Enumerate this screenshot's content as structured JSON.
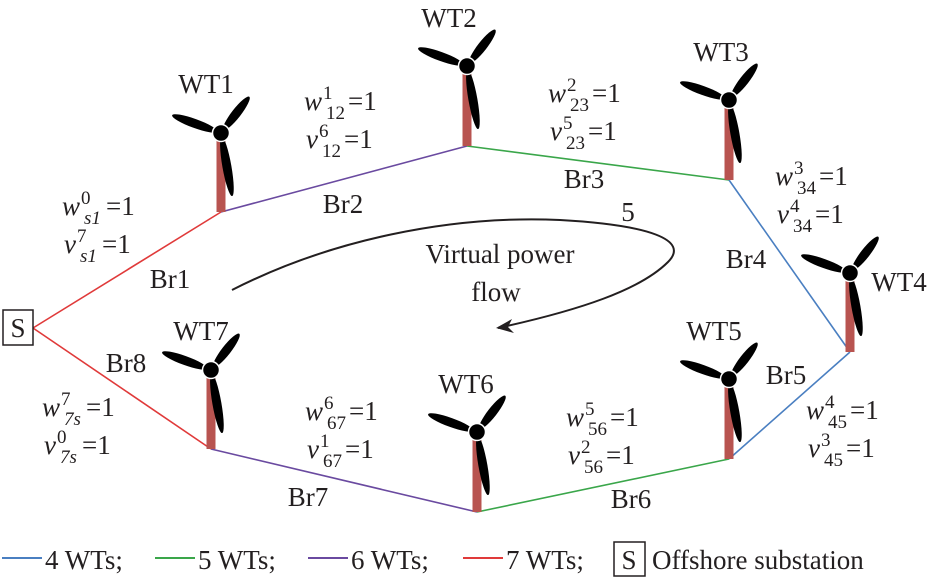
{
  "substation": {
    "symbol": "S",
    "label": "Offshore substation"
  },
  "turbines": [
    {
      "id": "WT1",
      "label": "WT1"
    },
    {
      "id": "WT2",
      "label": "WT2"
    },
    {
      "id": "WT3",
      "label": "WT3"
    },
    {
      "id": "WT4",
      "label": "WT4"
    },
    {
      "id": "WT5",
      "label": "WT5"
    },
    {
      "id": "WT6",
      "label": "WT6"
    },
    {
      "id": "WT7",
      "label": "WT7"
    }
  ],
  "branches": [
    {
      "id": "Br1",
      "label": "Br1",
      "from": "S",
      "to": "WT1",
      "group": "7 WTs"
    },
    {
      "id": "Br2",
      "label": "Br2",
      "from": "WT1",
      "to": "WT2",
      "group": "6 WTs"
    },
    {
      "id": "Br3",
      "label": "Br3",
      "from": "WT2",
      "to": "WT3",
      "group": "5 WTs"
    },
    {
      "id": "Br4",
      "label": "Br4",
      "from": "WT3",
      "to": "WT4",
      "group": "4 WTs"
    },
    {
      "id": "Br5",
      "label": "Br5",
      "from": "WT4",
      "to": "WT5",
      "group": "4 WTs"
    },
    {
      "id": "Br6",
      "label": "Br6",
      "from": "WT5",
      "to": "WT6",
      "group": "5 WTs"
    },
    {
      "id": "Br7",
      "label": "Br7",
      "from": "WT6",
      "to": "WT7",
      "group": "6 WTs"
    },
    {
      "id": "Br8",
      "label": "Br8",
      "from": "WT7",
      "to": "S",
      "group": "7 WTs"
    }
  ],
  "variables": [
    {
      "branch": "Br1",
      "w": {
        "base": "w",
        "sup": "0",
        "sub": "s1",
        "value": "1"
      },
      "v": {
        "base": "v",
        "sup": "7",
        "sub": "s1",
        "value": "1"
      }
    },
    {
      "branch": "Br2",
      "w": {
        "base": "w",
        "sup": "1",
        "sub": "12",
        "value": "1"
      },
      "v": {
        "base": "v",
        "sup": "6",
        "sub": "12",
        "value": "1"
      }
    },
    {
      "branch": "Br3",
      "w": {
        "base": "w",
        "sup": "2",
        "sub": "23",
        "value": "1"
      },
      "v": {
        "base": "v",
        "sup": "5",
        "sub": "23",
        "value": "1"
      }
    },
    {
      "branch": "Br4",
      "w": {
        "base": "w",
        "sup": "3",
        "sub": "34",
        "value": "1"
      },
      "v": {
        "base": "v",
        "sup": "4",
        "sub": "34",
        "value": "1"
      }
    },
    {
      "branch": "Br5",
      "w": {
        "base": "w",
        "sup": "4",
        "sub": "45",
        "value": "1"
      },
      "v": {
        "base": "v",
        "sup": "3",
        "sub": "45",
        "value": "1"
      }
    },
    {
      "branch": "Br6",
      "w": {
        "base": "w",
        "sup": "5",
        "sub": "56",
        "value": "1"
      },
      "v": {
        "base": "v",
        "sup": "2",
        "sub": "56",
        "value": "1"
      }
    },
    {
      "branch": "Br7",
      "w": {
        "base": "w",
        "sup": "6",
        "sub": "67",
        "value": "1"
      },
      "v": {
        "base": "v",
        "sup": "1",
        "sub": "67",
        "value": "1"
      }
    },
    {
      "branch": "Br8",
      "w": {
        "base": "w",
        "sup": "7",
        "sub": "7s",
        "value": "1"
      },
      "v": {
        "base": "v",
        "sup": "0",
        "sub": "7s",
        "value": "1"
      }
    }
  ],
  "flow": {
    "label_line1": "Virtual power",
    "label_line2": "flow",
    "value": "5"
  },
  "colors": {
    "4 WTs": "#4a7fc1",
    "5 WTs": "#3aa64a",
    "6 WTs": "#6a4aa0",
    "7 WTs": "#e03a3a",
    "tower": "#b85450",
    "blade": "#000000",
    "text": "#231f20"
  },
  "legend": [
    {
      "group": "4 WTs",
      "label": "4 WTs;"
    },
    {
      "group": "5 WTs",
      "label": "5 WTs;"
    },
    {
      "group": "6 WTs",
      "label": "6 WTs;"
    },
    {
      "group": "7 WTs",
      "label": "7 WTs;"
    }
  ]
}
